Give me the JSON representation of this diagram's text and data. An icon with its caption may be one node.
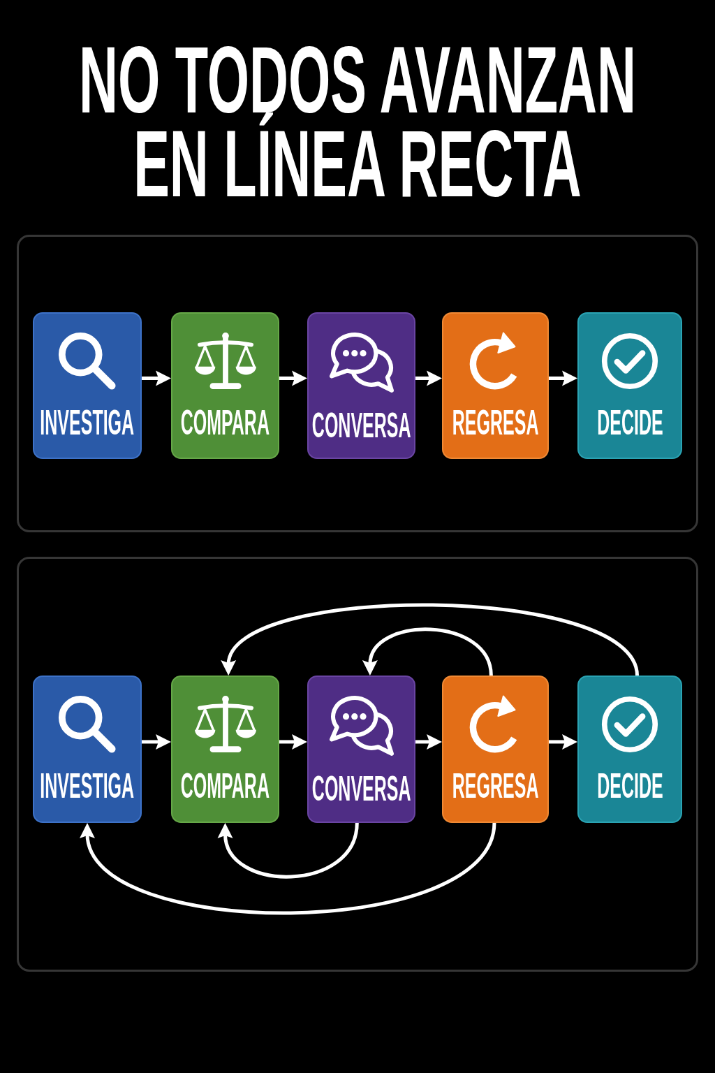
{
  "diagram": {
    "title": "NO TODOS AVANZAN EN LÍNEA RECTA",
    "nodes": [
      {
        "text": [],
        "shape": "box"
      },
      {
        "text": [
          "INVESTIGA"
        ],
        "in": 0
      },
      {
        "text": [
          "COMPARA"
        ],
        "in": 0
      },
      {
        "text": [
          "CONVERSA"
        ],
        "in": 0
      },
      {
        "text": [
          "REGRESA"
        ],
        "in": 0
      },
      {
        "text": [
          "DECIDE"
        ],
        "in": 0
      },
      {
        "text": [],
        "shape": "box"
      },
      {
        "text": [
          "INVESTIGA"
        ],
        "in": 6
      },
      {
        "text": [
          "COMPARA"
        ],
        "in": 6
      },
      {
        "text": [
          "CONVERSA"
        ],
        "in": 6
      },
      {
        "text": [
          "REGRESA"
        ],
        "in": 6
      },
      {
        "text": [
          "DECIDE"
        ],
        "in": 6
      }
    ],
    "edges": [
      {
        "from": 1,
        "to": 2,
        "arrow": "to"
      },
      {
        "from": 2,
        "to": 3,
        "arrow": "to"
      },
      {
        "from": 3,
        "to": 4,
        "arrow": "to"
      },
      {
        "from": 4,
        "to": 5,
        "arrow": "to"
      },
      {
        "from": 7,
        "to": 8,
        "arrow": "to"
      },
      {
        "from": 8,
        "to": 9,
        "arrow": "to"
      },
      {
        "from": 9,
        "to": 10,
        "arrow": "to"
      },
      {
        "from": 10,
        "to": 11,
        "arrow": "to"
      },
      {
        "from": 11,
        "to": 8,
        "arrow": "to"
      },
      {
        "from": 10,
        "to": 9,
        "arrow": "to"
      },
      {
        "from": 9,
        "to": 8,
        "arrow": "to"
      },
      {
        "from": 10,
        "to": 7,
        "arrow": "to"
      }
    ]
  }
}
